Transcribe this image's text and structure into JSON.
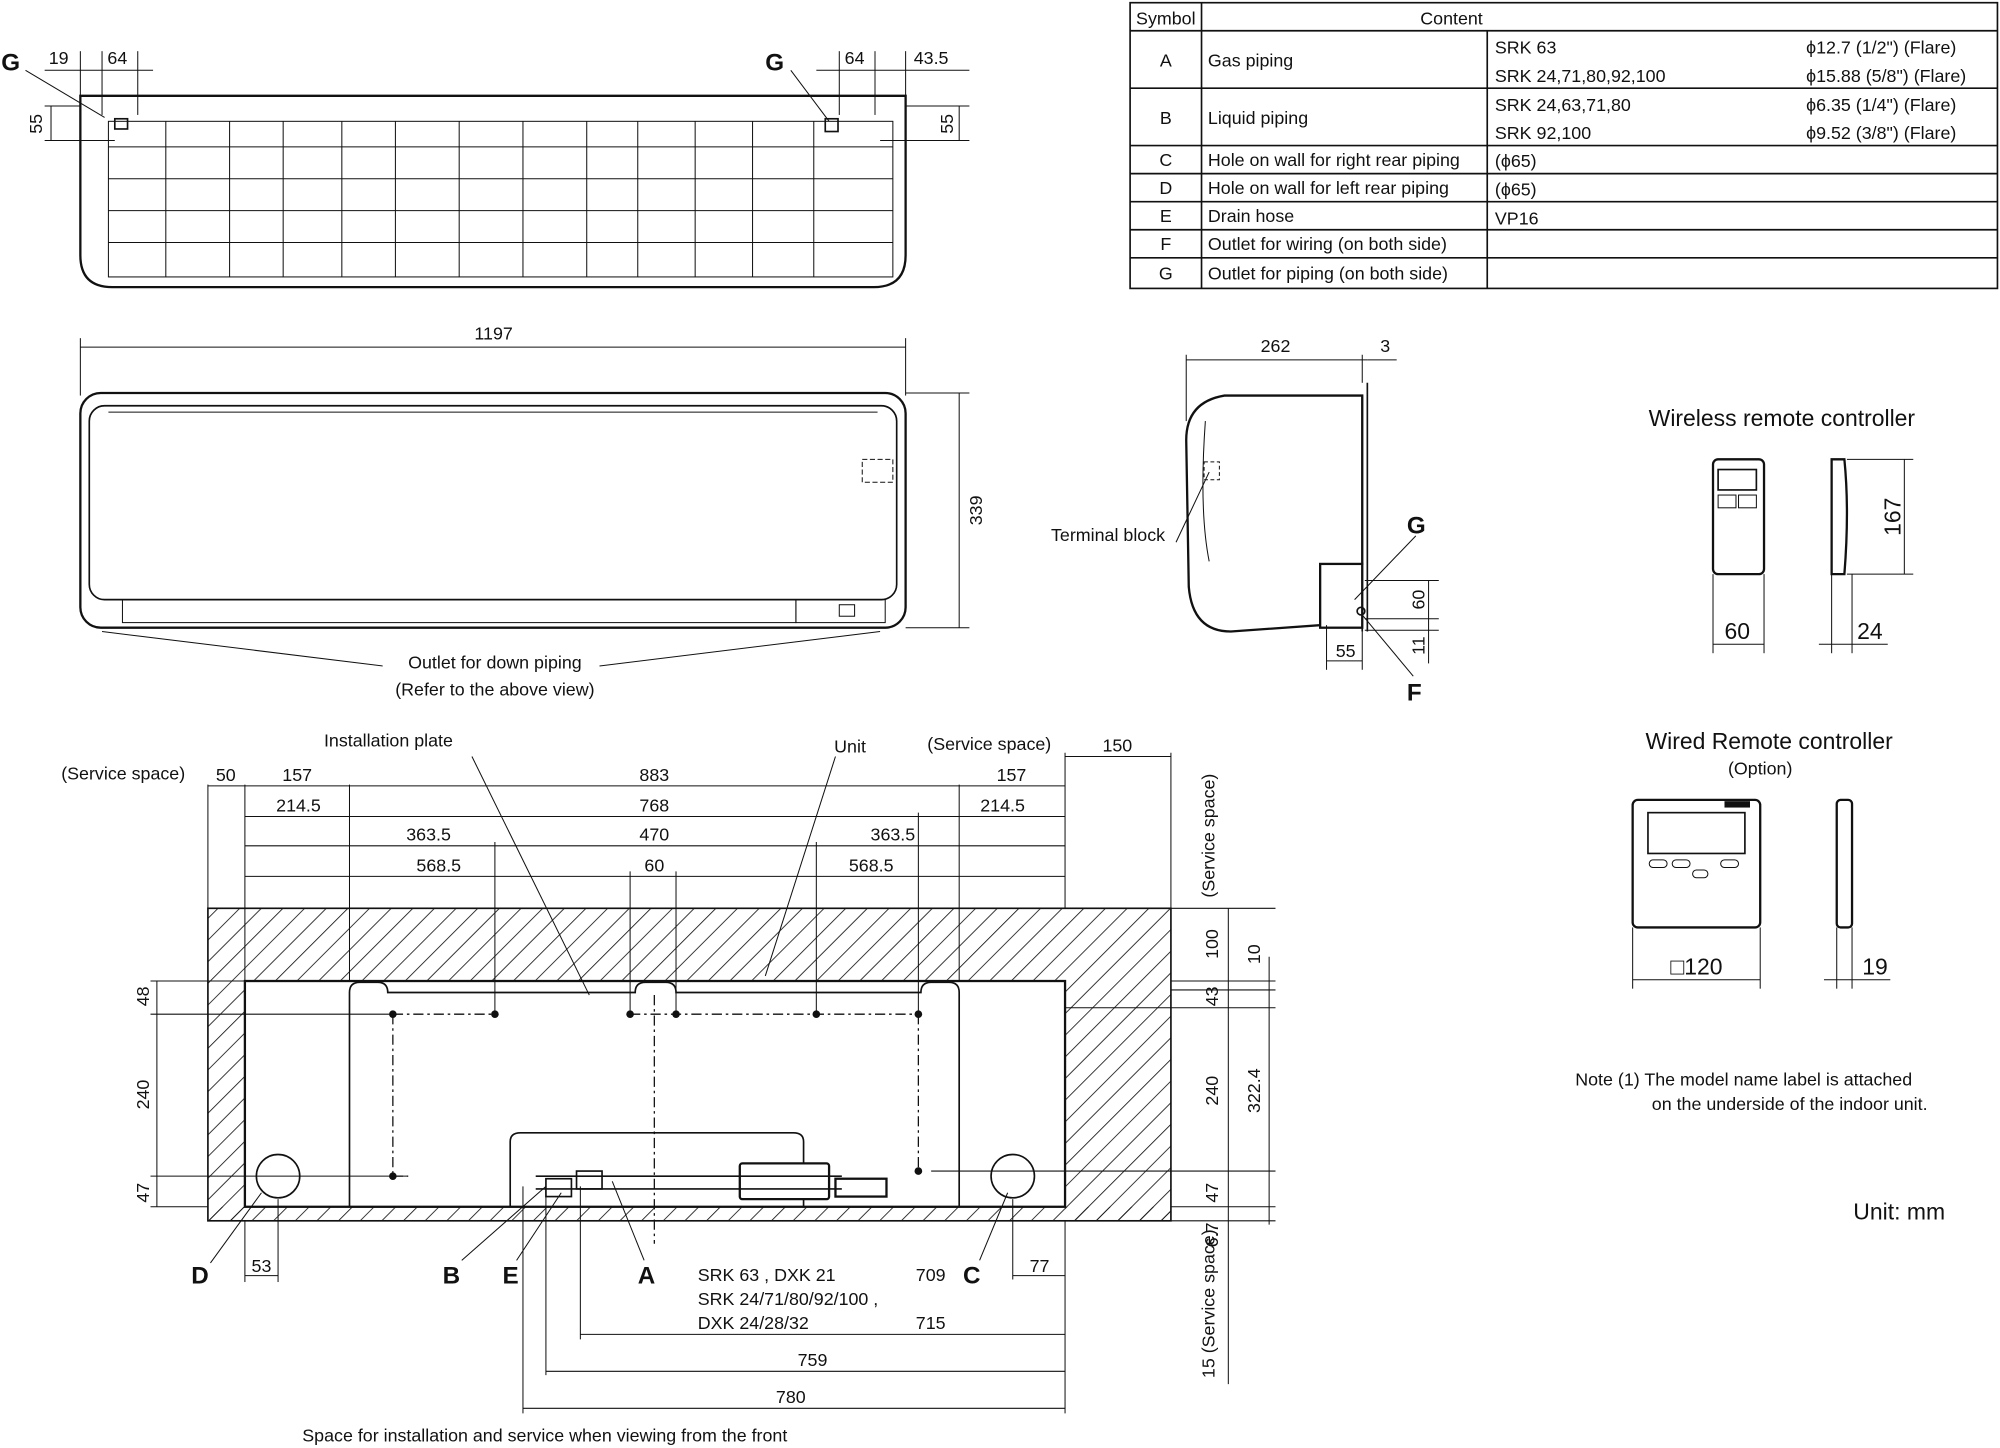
{
  "table": {
    "headers": [
      "Symbol",
      "Content"
    ],
    "rows": [
      {
        "symbol": "A",
        "content": "Gas piping",
        "details": [
          [
            "SRK 63",
            "ϕ12.7 (1/2\") (Flare)"
          ],
          [
            "SRK 24,71,80,92,100",
            "ϕ15.88 (5/8\") (Flare)"
          ]
        ]
      },
      {
        "symbol": "B",
        "content": "Liquid piping",
        "details": [
          [
            "SRK 24,63,71,80",
            "ϕ6.35 (1/4\") (Flare)"
          ],
          [
            "SRK 92,100",
            "ϕ9.52 (3/8\") (Flare)"
          ]
        ]
      },
      {
        "symbol": "C",
        "content": "Hole on wall for right rear piping",
        "details": [
          [
            "(ϕ65)",
            ""
          ]
        ]
      },
      {
        "symbol": "D",
        "content": "Hole on wall for left rear piping",
        "details": [
          [
            "(ϕ65)",
            ""
          ]
        ]
      },
      {
        "symbol": "E",
        "content": "Drain hose",
        "details": [
          [
            "VP16",
            ""
          ]
        ]
      },
      {
        "symbol": "F",
        "content": "Outlet for wiring (on both side)",
        "details": []
      },
      {
        "symbol": "G",
        "content": "Outlet for piping (on both side)",
        "details": []
      }
    ]
  },
  "top_view": {
    "labels": [
      "G",
      "G"
    ],
    "dims": [
      "19",
      "64",
      "64",
      "43.5",
      "55",
      "55"
    ]
  },
  "front_view": {
    "width": "1197",
    "height": "339",
    "outlet_label": "Outlet for down piping",
    "outlet_note": "(Refer to the above view)"
  },
  "side_view": {
    "dims": [
      "262",
      "3",
      "60",
      "11",
      "55"
    ],
    "terminal_label": "Terminal block",
    "labels": [
      "G",
      "F"
    ]
  },
  "wireless_remote": {
    "title": "Wireless remote controller",
    "dims": [
      "167",
      "60",
      "24"
    ]
  },
  "wired_remote": {
    "title": "Wired Remote controller",
    "subtitle": "(Option)",
    "dims": [
      "□120",
      "19"
    ]
  },
  "note": {
    "line1": "Note (1) The model name label is attached",
    "line2": "on the underside of the indoor unit."
  },
  "unit_label": "Unit: mm",
  "plan": {
    "labels": {
      "service_left": "(Service space)",
      "install_plate": "Installation plate",
      "unit": "Unit",
      "service_right": "(Service space)",
      "service_top_v": "(Service space)",
      "service_bottom_v": "15 (Service space)"
    },
    "row1": [
      "50",
      "157",
      "883",
      "157",
      "150"
    ],
    "row2": [
      "214.5",
      "768",
      "214.5"
    ],
    "row3": [
      "363.5",
      "470",
      "363.5"
    ],
    "row4": [
      "568.5",
      "60",
      "568.5"
    ],
    "right_dims": [
      "100",
      "10",
      "43",
      "240",
      "322.4",
      "47",
      "6.7"
    ],
    "left_dims": [
      "48",
      "240",
      "47"
    ],
    "bottom_labels": [
      "D",
      "B",
      "E",
      "A",
      "C"
    ],
    "bottom_dims": [
      "53",
      "77"
    ],
    "models": {
      "l1": "SRK 63 , DXK 21",
      "v1": "709",
      "l2": "SRK 24/71/80/92/100 ,",
      "l3": "DXK 24/28/32",
      "v2": "715"
    },
    "long_dims": [
      "759",
      "780"
    ],
    "caption": "Space for installation and service when viewing from the front"
  }
}
